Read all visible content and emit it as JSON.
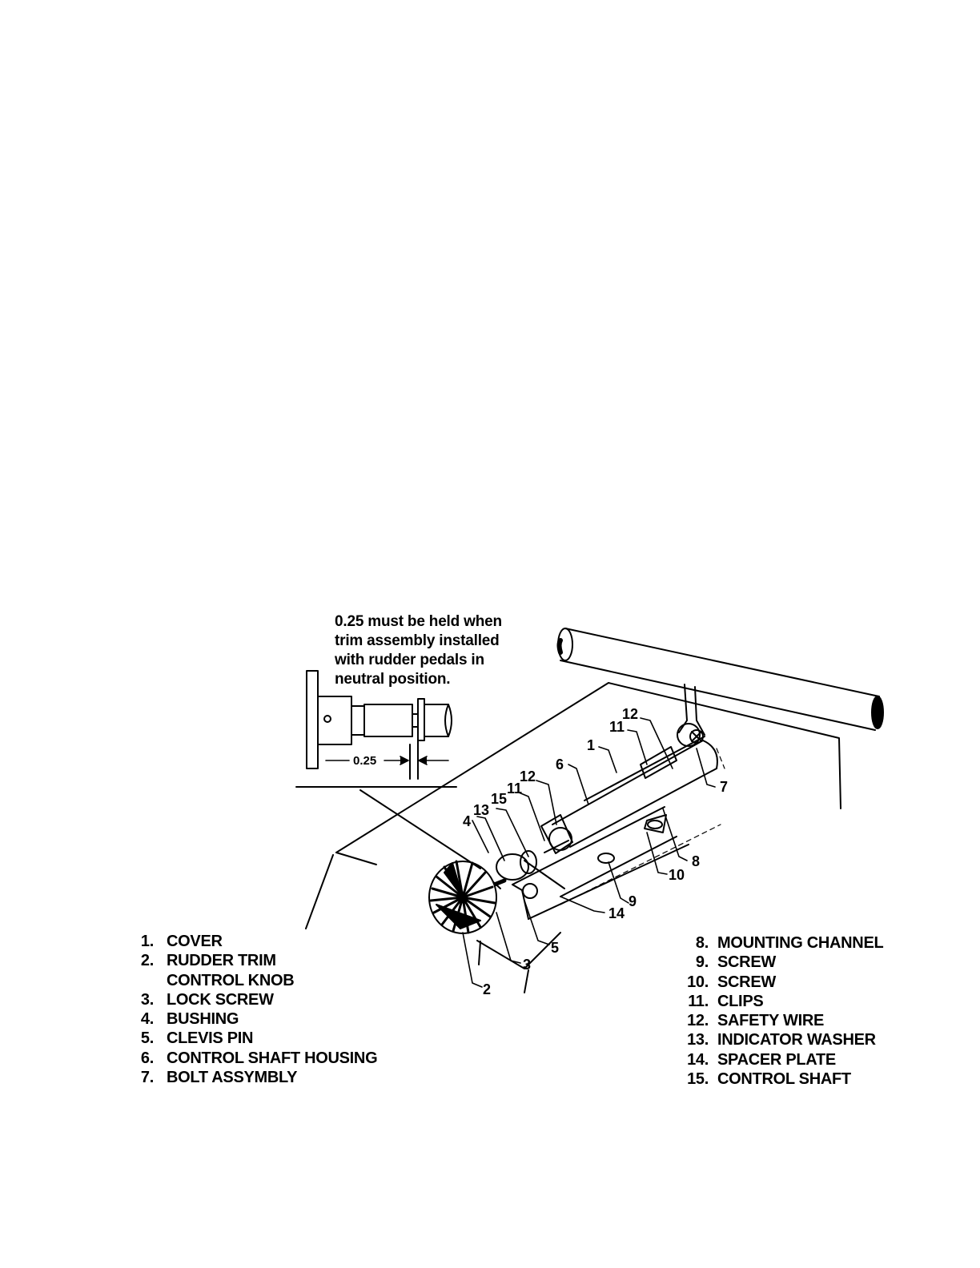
{
  "note": {
    "lines": [
      "0.25 must be held when",
      "trim assembly installed",
      "with rudder pedals in",
      "neutral position."
    ]
  },
  "dimension_label": "0.25",
  "callouts": [
    "1",
    "2",
    "3",
    "4",
    "5",
    "6",
    "7",
    "8",
    "9",
    "10",
    "11",
    "12",
    "13",
    "14",
    "15",
    "11",
    "12"
  ],
  "legend_left": [
    {
      "num": "1.",
      "text": "COVER"
    },
    {
      "num": "2.",
      "text": "RUDDER TRIM"
    },
    {
      "num": "",
      "text": "CONTROL KNOB"
    },
    {
      "num": "3.",
      "text": "LOCK SCREW"
    },
    {
      "num": "4.",
      "text": "BUSHING"
    },
    {
      "num": "5.",
      "text": "CLEVIS PIN"
    },
    {
      "num": "6.",
      "text": "CONTROL SHAFT HOUSING"
    },
    {
      "num": "7.",
      "text": "BOLT ASSYMBLY"
    }
  ],
  "legend_right": [
    {
      "num": "8.",
      "text": "MOUNTING CHANNEL"
    },
    {
      "num": "9.",
      "text": "SCREW"
    },
    {
      "num": "10.",
      "text": "SCREW"
    },
    {
      "num": "11.",
      "text": "CLIPS"
    },
    {
      "num": "12.",
      "text": "SAFETY WIRE"
    },
    {
      "num": "13.",
      "text": "INDICATOR WASHER"
    },
    {
      "num": "14.",
      "text": "SPACER PLATE"
    },
    {
      "num": "15.",
      "text": "CONTROL SHAFT"
    }
  ]
}
